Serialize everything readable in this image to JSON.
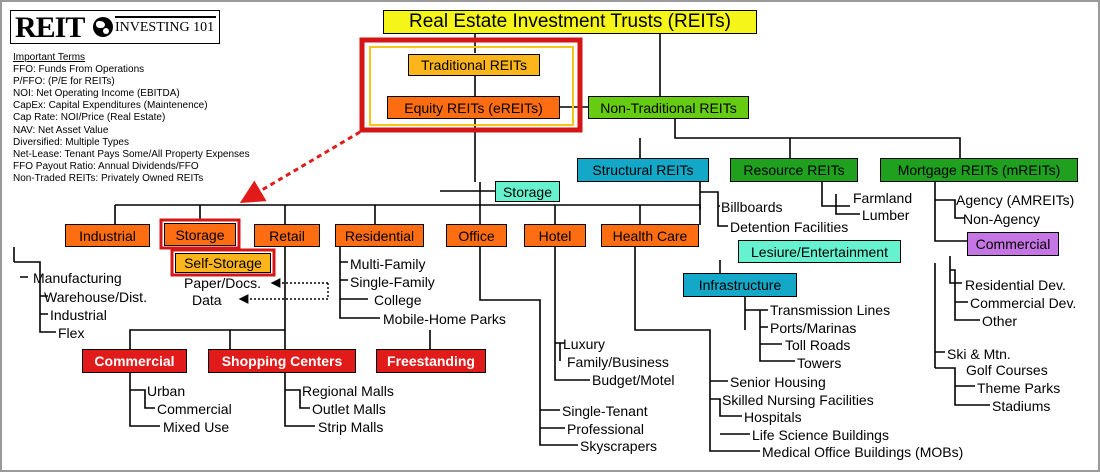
{
  "logo": {
    "text": "REIT",
    "subtitle": "INVESTING 101"
  },
  "terms": {
    "heading": "Important Terms",
    "items": [
      "FFO: Funds From Operations",
      "P/FFO: (P/E for REITs)",
      "NOI: Net Operating Income (EBITDA)",
      "CapEx: Capital Expenditures (Maintenence)",
      "Cap Rate: NOI/Price (Real Estate)",
      "NAV: Net Asset Value",
      "Diversified: Multiple Types",
      "Net-Lease: Tenant Pays Some/All Property Expenses",
      "FFO Payout Ratio: Annual Dividends/FFO",
      "Non-Traded REITs: Privately Owned REITs"
    ]
  },
  "nodes": {
    "root": "Real Estate Investment Trusts (REITs)",
    "traditional": "Traditional REITs",
    "equity": "Equity REITs (eREITs)",
    "non_traditional": "Non-Traditional REITs",
    "structural": "Structural REITs",
    "resource": "Resource REITs",
    "mortgage": "Mortgage REITs (mREITs)",
    "storage_top": "Storage",
    "industrial": "Industrial",
    "storage": "Storage",
    "retail": "Retail",
    "residential": "Residential",
    "office": "Office",
    "hotel": "Hotel",
    "health_care": "Health Care",
    "self_storage": "Self-Storage",
    "leisure": "Lesiure/Entertainment",
    "infrastructure": "Infrastructure",
    "commercial_mreit": "Commercial",
    "commercial_retail": "Commercial",
    "shopping_centers": "Shopping Centers",
    "freestanding": "Freestanding"
  },
  "lists": {
    "industrial": [
      "Manufacturing",
      "Warehouse/Dist.",
      "Industrial",
      "Flex"
    ],
    "storage": [
      "Paper/Docs.",
      "Data"
    ],
    "residential": [
      "Multi-Family",
      "Single-Family",
      "College",
      "Mobile-Home Parks"
    ],
    "structural": [
      "Billboards",
      "Detention Facilities"
    ],
    "resource": [
      "Farmland",
      "Lumber"
    ],
    "mortgage": [
      "Agency (AMREITs)",
      "Non-Agency"
    ],
    "commercial_mreit": [
      "Residential Dev.",
      "Commercial Dev.",
      "Other"
    ],
    "infrastructure": [
      "Transmission Lines",
      "Ports/Marinas",
      "Toll Roads",
      "Towers"
    ],
    "leisure": [
      "Ski & Mtn.",
      "Golf Courses",
      "Theme Parks",
      "Stadiums"
    ],
    "hotel": [
      "Luxury",
      "Family/Business",
      "Budget/Motel"
    ],
    "office": [
      "Single-Tenant",
      "Professional",
      "Skyscrapers"
    ],
    "health_care": [
      "Senior Housing",
      "Skilled Nursing Facilities",
      "Hospitals",
      "Life Science Buildings",
      "Medical Office Buildings (MOBs)"
    ],
    "commercial_retail": [
      "Urban",
      "Commercial",
      "Mixed Use"
    ],
    "shopping_centers": [
      "Regional Malls",
      "Outlet Malls",
      "Strip Malls"
    ]
  }
}
